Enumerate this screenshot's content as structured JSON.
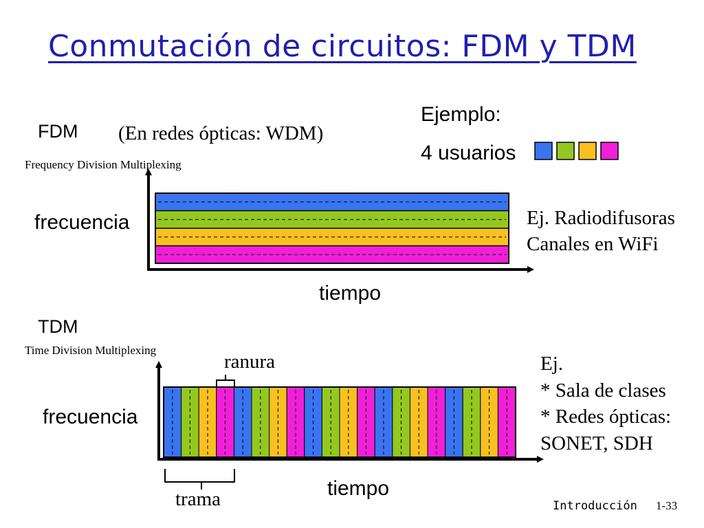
{
  "title": "Conmutación de circuitos: FDM y TDM",
  "colors": {
    "title": "#1f1fb0",
    "users": [
      "#3a74f0",
      "#94c820",
      "#f8c020",
      "#f020d8"
    ]
  },
  "fdm": {
    "label": "FDM",
    "note": "(En redes ópticas: WDM)",
    "full_name": "Frequency Division Multiplexing",
    "y_label": "frecuencia",
    "x_label": "tiempo",
    "examples": [
      "Ej. Radiodifusoras",
      "Canales en WiFi"
    ]
  },
  "legend": {
    "heading": "Ejemplo:",
    "label": "4 usuarios"
  },
  "tdm": {
    "label": "TDM",
    "full_name": "Time Division Multiplexing",
    "slot_label": "ranura",
    "frame_label": "trama",
    "y_label": "frecuencia",
    "x_label": "tiempo",
    "examples": [
      "Ej.",
      "* Sala de clases",
      "* Redes ópticas:",
      "SONET, SDH"
    ]
  },
  "footer": {
    "section": "Introducción",
    "page": "1-33"
  }
}
